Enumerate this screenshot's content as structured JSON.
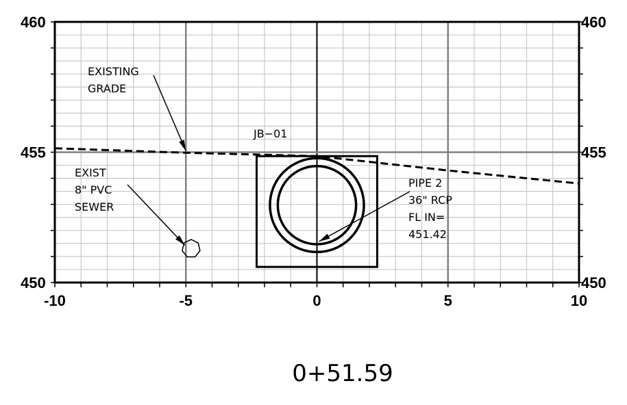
{
  "chart_data": {
    "type": "cross-section",
    "xlim": [
      -10,
      10
    ],
    "ylim": [
      450,
      460
    ],
    "x_ticks": [
      "-10",
      "-5",
      "0",
      "5",
      "10"
    ],
    "y_ticks_left": [
      "460",
      "455",
      "450"
    ],
    "y_ticks_right": [
      "460",
      "455",
      "450"
    ],
    "grid": true,
    "existing_grade": [
      [
        -10,
        455.15
      ],
      [
        -5,
        454.98
      ],
      [
        0,
        454.85
      ],
      [
        5,
        454.3
      ],
      [
        10,
        453.8
      ]
    ],
    "structure": {
      "x_min": -2.3,
      "x_max": 2.3,
      "y_min": 450.6,
      "y_max": 454.85
    },
    "pipe": {
      "cx": 0,
      "cy": 452.97,
      "r_inner": 1.5,
      "r_outer": 1.8
    },
    "sewer": {
      "cx": -4.8,
      "cy": 451.3,
      "r": 0.35
    }
  },
  "labels": {
    "existing_grade": [
      "EXISTING",
      "GRADE"
    ],
    "structure_id": "JB−01",
    "sewer": [
      "EXIST",
      "8\" PVC",
      "SEWER"
    ],
    "pipe": [
      "PIPE 2",
      "36\" RCP",
      "FL IN=",
      "451.42"
    ],
    "station": "0+51.59"
  }
}
